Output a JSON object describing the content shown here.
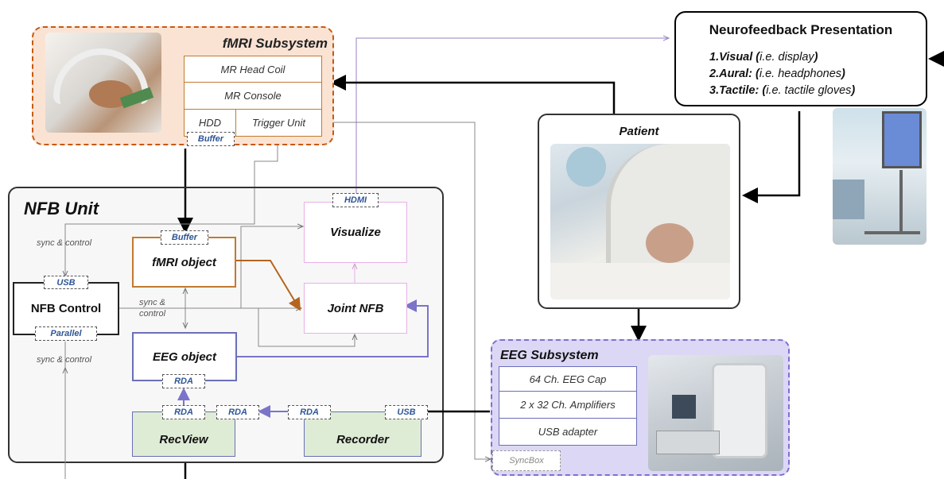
{
  "fmri": {
    "title": "fMRI Subsystem",
    "head_coil": "MR Head Coil",
    "console": "MR Console",
    "hdd": "HDD",
    "trigger": "Trigger Unit",
    "buffer": "Buffer"
  },
  "nfb_unit": {
    "title": "NFB Unit",
    "sync_control_1": "sync & control",
    "sync_control_2": "sync & control",
    "sync_control_mid_1": "sync &",
    "sync_control_mid_2": "control",
    "usb": "USB",
    "control": "NFB Control",
    "parallel": "Parallel",
    "fmri_object": "fMRI object",
    "fmri_buffer": "Buffer",
    "eeg_object": "EEG object",
    "rda_eeg": "RDA",
    "visualize": "Visualize",
    "hdmi": "HDMI",
    "joint": "Joint NFB",
    "recview": "RecView",
    "recview_rda_1": "RDA",
    "recview_rda_2": "RDA",
    "recorder": "Recorder",
    "recorder_rda": "RDA",
    "recorder_usb": "USB"
  },
  "presentation": {
    "title": "Neurofeedback Presentation",
    "line1_bold": "1.Visual (",
    "line1_it": "i.e. display",
    "line1_end": ")",
    "line2_bold": "2.Aural: (",
    "line2_it": "i.e. headphones",
    "line2_end": ")",
    "line3_bold": "3.Tactile: (",
    "line3_it": "i.e. tactile gloves",
    "line3_end": ")"
  },
  "patient": {
    "title": "Patient"
  },
  "eeg": {
    "title": "EEG Subsystem",
    "cap": "64 Ch. EEG Cap",
    "amps": "2 x 32 Ch. Amplifiers",
    "usb_adapter": "USB adapter",
    "syncbox": "SyncBox"
  },
  "colors": {
    "fmri_bg": "#fbe3d3",
    "fmri_border": "#c55a11",
    "eeg_bg": "#dcd7f5",
    "eeg_border": "#7f6fd0",
    "nfb_bg": "#f7f7f7",
    "fmri_object_border": "#c07a30",
    "eeg_object_border": "#6a6fb8",
    "visualize_border": "#e8b0e8",
    "green_fill": "#dfecd5"
  }
}
